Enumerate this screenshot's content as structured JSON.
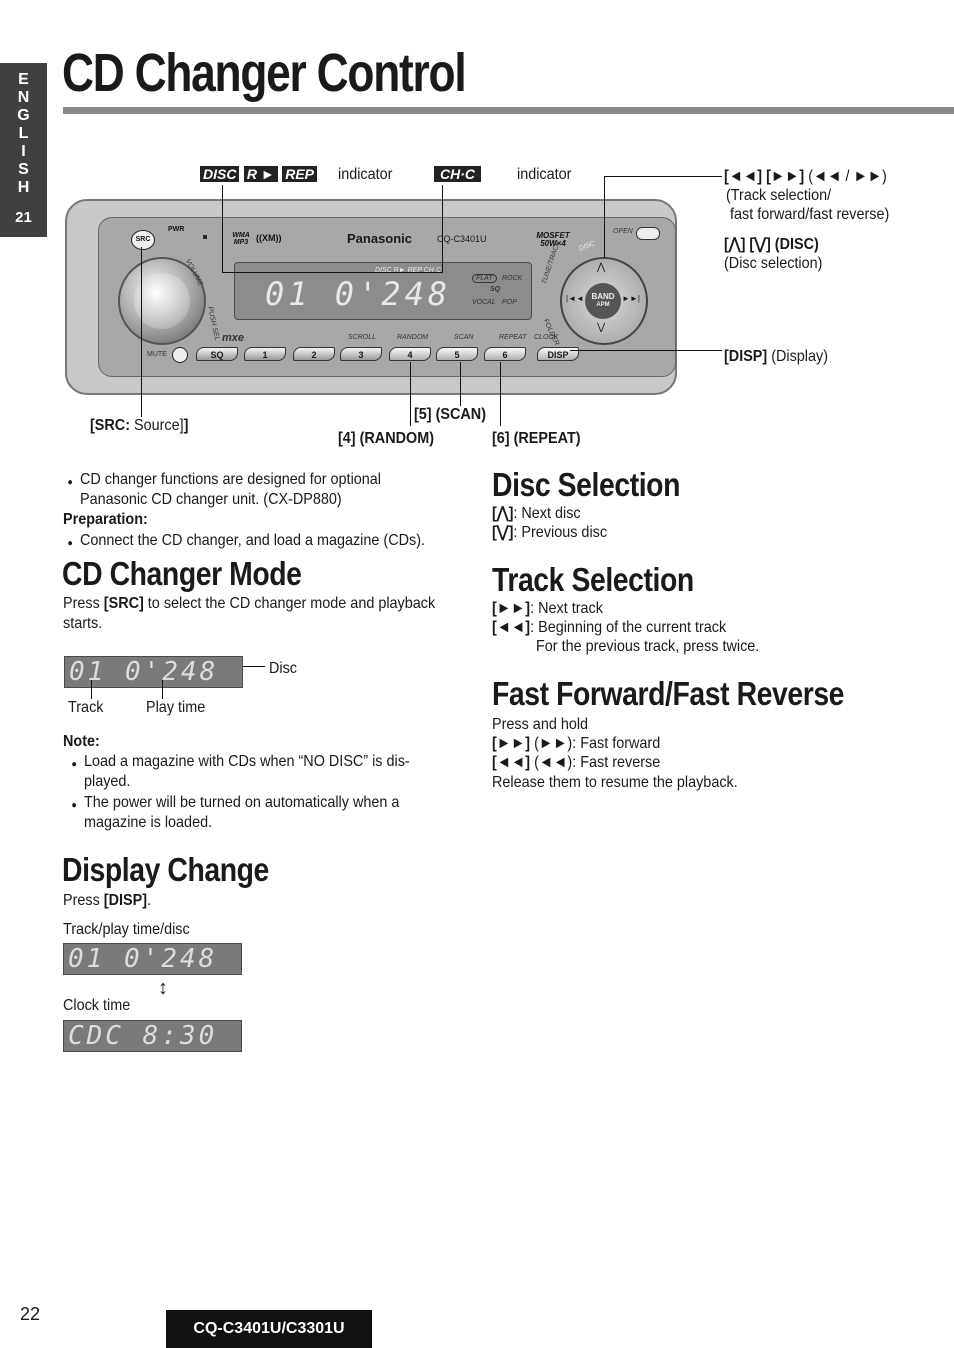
{
  "side_tab": {
    "letters": [
      "E",
      "N",
      "G",
      "L",
      "I",
      "S",
      "H"
    ],
    "page_num": "21"
  },
  "title": "CD Changer Control",
  "diagram": {
    "indicator1_badges": [
      "DISC",
      "R ►",
      "REP"
    ],
    "indicator1_label": "indicator",
    "indicator2_badge": "CH·C",
    "indicator2_label": "indicator",
    "track_keys": "[◄◄] [►►]",
    "track_keys_paren": "(◄◄ / ►►)",
    "track_desc1": "(Track selection/",
    "track_desc2": "fast forward/fast reverse)",
    "disc_keys": "[⋀] [⋁] (DISC)",
    "disc_desc": "(Disc selection)",
    "disp_key": "[DISP]",
    "disp_desc": "(Display)",
    "src_key": "[SRC:",
    "src_desc": "Source]",
    "scan_label": "[5] (SCAN)",
    "random_label": "[4] (RANDOM)",
    "repeat_label": "[6] (REPEAT)",
    "unit": {
      "brand": "Panasonic",
      "model": "CQ-C3401U",
      "src": "SRC",
      "pwr": "PWR",
      "mute": "MUTE",
      "sq": "SQ",
      "mxe": "mxe",
      "mosfet": "MOSFET 50W×4",
      "open": "OPEN",
      "disp": "DISP",
      "band": "BAND",
      "apm": "APM",
      "volume": "VOLUME",
      "push_sel": "PUSH SEL",
      "tune_track": "TUNE/TRACK",
      "folder": "FOLDER",
      "disc_word": "DISC",
      "wma_mp3": "WMA MP3",
      "xm": "((XM))",
      "buttons": [
        "1",
        "2",
        "3",
        "4",
        "5",
        "6"
      ],
      "button_tags": [
        "SCROLL",
        "RANDOM",
        "SCAN",
        "REPEAT",
        "CLOCK"
      ],
      "eq": [
        "FLAT",
        "ROCK",
        "SQ",
        "VOCAL",
        "POP"
      ],
      "lcd_text": "01 0'248",
      "lcd_ind": "DISC R► REP CH·C"
    }
  },
  "intro": {
    "bullet1_line1": "CD changer functions are designed for optional",
    "bullet1_line2": "Panasonic CD changer unit. (CX-DP880)",
    "prep_label": "Preparation:",
    "prep_bullet": "Connect the CD changer, and load a magazine (CDs)."
  },
  "cd_mode": {
    "heading": "CD Changer Mode",
    "text_pre": "Press ",
    "text_key": "[SRC]",
    "text_post": " to select the CD changer mode and playback",
    "text_line2": "starts.",
    "lcd": "01 0'248",
    "lbl_disc": "Disc",
    "lbl_track": "Track",
    "lbl_time": "Play time"
  },
  "note": {
    "label": "Note:",
    "b1_l1": "Load a magazine with CDs when “NO DISC” is dis-",
    "b1_l2": "played.",
    "b2_l1": "The power will be turned on automatically when a",
    "b2_l2": "magazine is loaded."
  },
  "display_change": {
    "heading": "Display Change",
    "press": "Press ",
    "key": "[DISP]",
    "period": ".",
    "lbl_track": "Track/play time/disc",
    "lcd1": "01 0'248",
    "lbl_clock": "Clock time",
    "lcd2": "CDC 8:30"
  },
  "disc_selection": {
    "heading": "Disc Selection",
    "k1": "[⋀]",
    "t1": ": Next disc",
    "k2": "[⋁]",
    "t2": ": Previous disc"
  },
  "track_selection": {
    "heading": "Track Selection",
    "k1": "[►►]",
    "t1": ": Next track",
    "k2": "[◄◄]",
    "t2": ": Beginning of the current track",
    "t3": "For the previous track, press twice."
  },
  "ff_fr": {
    "heading": "Fast Forward/Fast Reverse",
    "l1": "Press and hold",
    "k1": "[►►]",
    "t1": " (►►): Fast forward",
    "k2": "[◄◄]",
    "t2": " (◄◄): Fast reverse",
    "l4": "Release them to resume the playback."
  },
  "footer": {
    "page": "22",
    "model": "CQ-C3401U/C3301U"
  },
  "colors": {
    "tab": "#404040",
    "rule": "#8a8a8a",
    "lcd": "#7a7a7a"
  }
}
